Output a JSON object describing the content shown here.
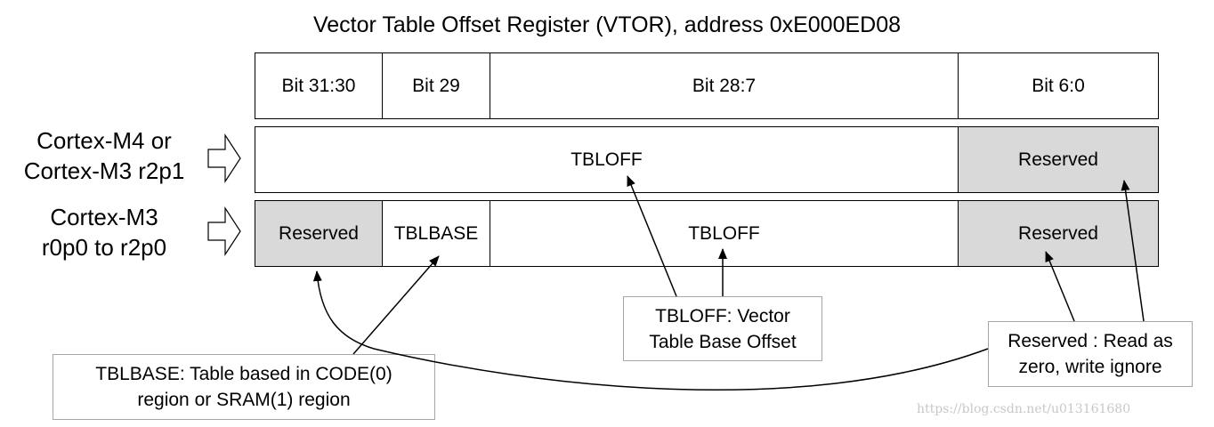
{
  "title": "Vector Table Offset Register (VTOR), address 0xE000ED08",
  "header_row": [
    "Bit 31:30",
    "Bit 29",
    "Bit 28:7",
    "Bit 6:0"
  ],
  "row_m4": {
    "label_line1": "Cortex-M4 or",
    "label_line2": "Cortex-M3 r2p1",
    "cells": [
      "TBLOFF",
      "Reserved"
    ]
  },
  "row_m3": {
    "label_line1": "Cortex-M3",
    "label_line2": "r0p0 to r2p0",
    "cells": [
      "Reserved",
      "TBLBASE",
      "TBLOFF",
      "Reserved"
    ]
  },
  "notes": {
    "tbloff": {
      "line1": "TBLOFF: Vector",
      "line2": "Table Base Offset"
    },
    "reserved": {
      "line1": "Reserved : Read as",
      "line2": "zero, write ignore"
    },
    "tblbase": {
      "line1": "TBLBASE: Table based in CODE(0)",
      "line2": "region or SRAM(1) region"
    }
  },
  "colors": {
    "reserved_fill": "#d9d9d9",
    "note_border": "#a6a6a6",
    "watermark": "#c8c8c8"
  },
  "watermark": "https://blog.csdn.net/u013161680"
}
